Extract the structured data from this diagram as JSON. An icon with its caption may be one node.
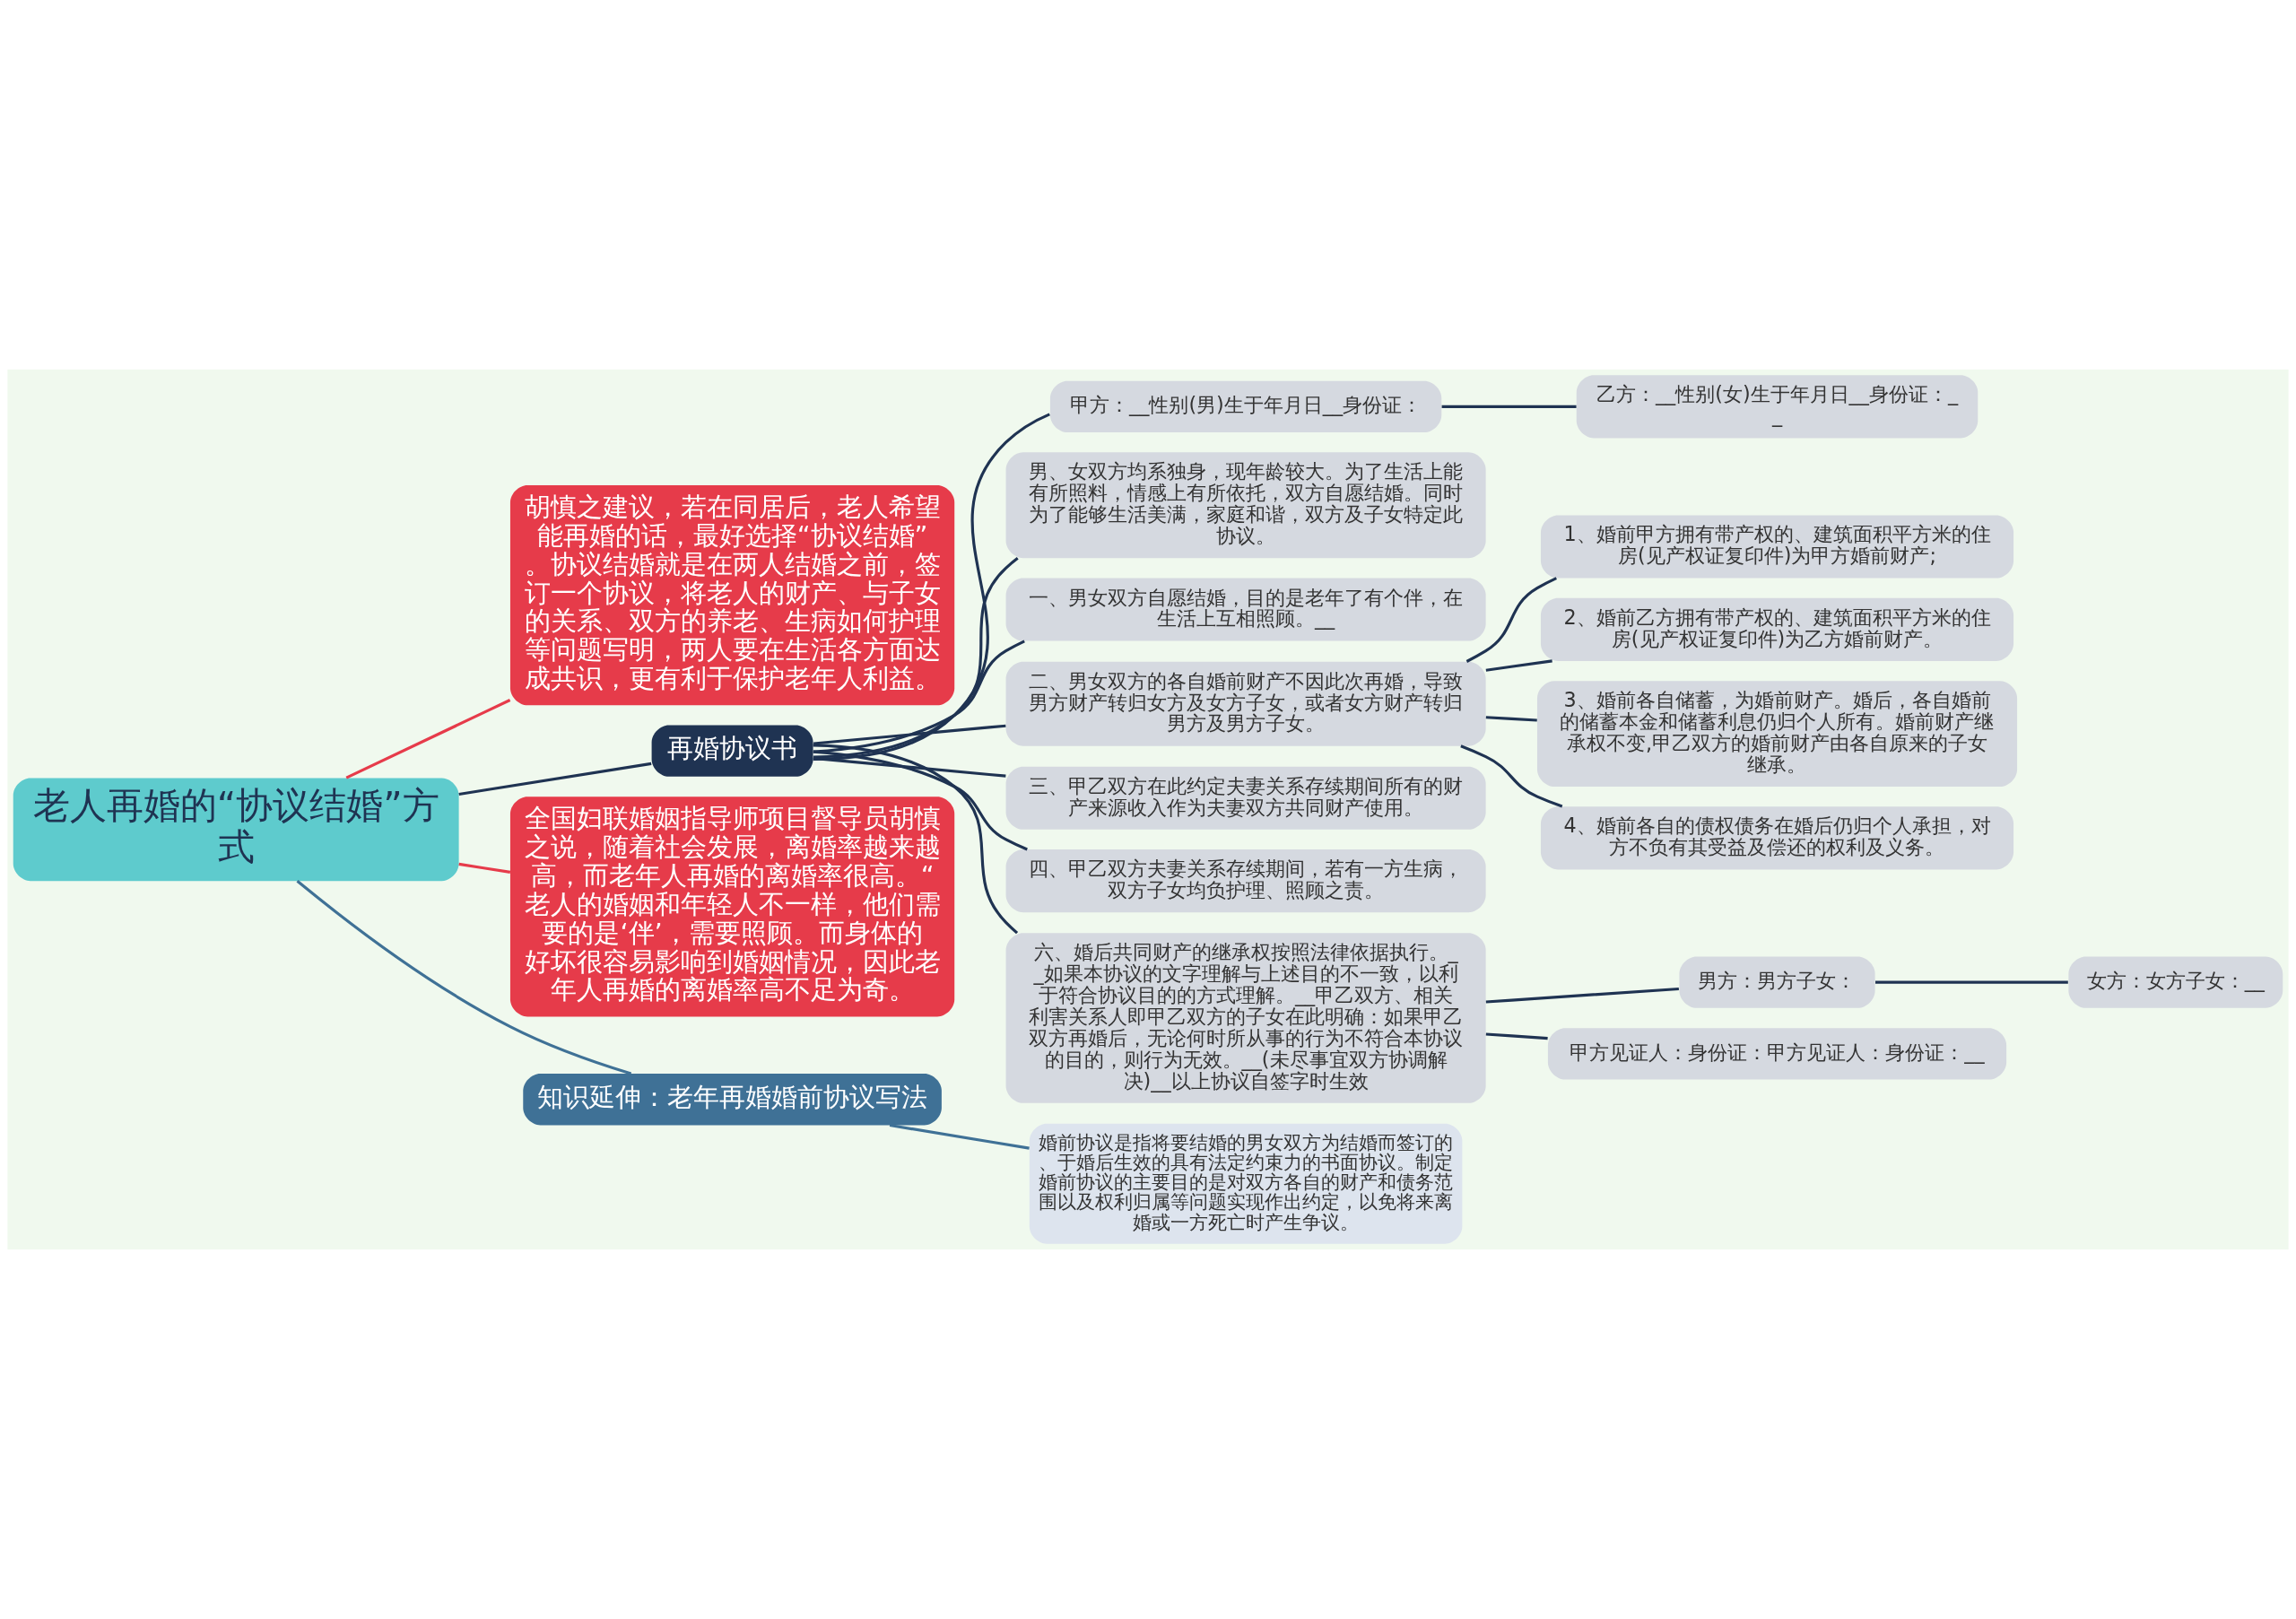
{
  "diagram": {
    "nodes": [
      {
        "text": [
          "老人再婚的“协议结婚”方式"
        ]
      },
      {
        "text": [
          "胡慎之建议，若在同居后，老人希望能再婚的话，最好选择“协议结婚”。协议结婚就是在两人结婚之前，签订一个协议，将老人的财产、与子女的关系、双方的养老、生病如何护理等问题写明，两人要在生活各方面达成共识，更有利于保护老年人利益。"
        ]
      },
      {
        "text": [
          "再婚协议书"
        ]
      },
      {
        "text": [
          "甲方：__性别(男)生于年月日__身份证："
        ]
      },
      {
        "text": [
          "乙方：__性别(女)生于年月日__身份证：__"
        ]
      },
      {
        "text": [
          "男、女双方均系独身，现年龄较大。为了生活上能有所照料，情感上有所依托，双方自愿结婚。同时为了能够生活美满，家庭和谐，双方及子女特定此协议。"
        ]
      },
      {
        "text": [
          "一、男女双方自愿结婚，目的是老年了有个伴，在生活上互相照顾。__"
        ]
      },
      {
        "text": [
          "二、男女双方的各自婚前财产不因此次再婚，导致男方财产转归女方及女方子女，或者女方财产转归男方及男方子女。"
        ]
      },
      {
        "text": [
          "1、婚前甲方拥有带产权的、建筑面积平方米的住房(见产权证复印件)为甲方婚前财产;"
        ]
      },
      {
        "text": [
          "2、婚前乙方拥有带产权的、建筑面积平方米的住房(见产权证复印件)为乙方婚前财产。"
        ]
      },
      {
        "text": [
          "3、婚前各自储蓄，为婚前财产。婚后，各自婚前的储蓄本金和储蓄利息仍归个人所有。婚前财产继承权不变,甲乙双方的婚前财产由各自原来的子女继承。"
        ]
      },
      {
        "text": [
          "4、婚前各自的债权债务在婚后仍归个人承担，对方不负有其受益及偿还的权利及义务。"
        ]
      },
      {
        "text": [
          "三、甲乙双方在此约定夫妻关系存续期间所有的财产来源收入作为夫妻双方共同财产使用。"
        ]
      },
      {
        "text": [
          "四、甲乙双方夫妻关系存续期间，若有一方生病，双方子女均负护理、照顾之责。"
        ]
      },
      {
        "text": [
          "六、婚后共同财产的继承权按照法律依据执行。__如果本协议的文字理解与上述目的不一致，以利于符合协议目的的方式理解。__甲乙双方、相关利害关系人即甲乙双方的子女在此明确：如果甲乙双方再婚后，无论何时所从事的行为不符合本协议的目的，则行为无效。__(未尽事宜双方协调解决)__以上协议自签字时生效"
        ]
      },
      {
        "text": [
          "男方：男方子女："
        ]
      },
      {
        "text": [
          "女方：女方子女：__"
        ]
      },
      {
        "text": [
          "甲方见证人：身份证：甲方见证人：身份证：__"
        ]
      },
      {
        "text": [
          "全国妇联婚姻指导师项目督导员胡慎之说，随着社会发展，离婚率越来越高，而老年人再婚的离婚率很高。“老人的婚姻和年轻人不一样，他们需要的是‘伴’，需要照顾。而身体的好坏很容易影响到婚姻情况，因此老年人再婚的离婚率高不足为奇。"
        ]
      },
      {
        "text": [
          "知识延伸：老年再婚婚前协议写法"
        ]
      },
      {
        "text": [
          "婚前协议是指将要结婚的男女双方为结婚而签订的、于婚后生效的具有法定约束力的书面协议。制定婚前协议的主要目的是对双方各自的财产和债务范围以及权利归属等问题实现作出约定，以免将来离婚或一方死亡时产生争议。"
        ]
      }
    ],
    "edges": [
      {
        "from": 0,
        "to": 1,
        "arrow": "none",
        "color": "#e63b4a"
      },
      {
        "from": 0,
        "to": 2,
        "arrow": "none"
      },
      {
        "from": 2,
        "to": 3,
        "arrow": "none"
      },
      {
        "from": 3,
        "to": 4,
        "arrow": "none"
      },
      {
        "from": 2,
        "to": 5,
        "arrow": "none"
      },
      {
        "from": 2,
        "to": 6,
        "arrow": "none"
      },
      {
        "from": 2,
        "to": 7,
        "arrow": "none"
      },
      {
        "from": 7,
        "to": 8,
        "arrow": "none"
      },
      {
        "from": 7,
        "to": 9,
        "arrow": "none"
      },
      {
        "from": 7,
        "to": 10,
        "arrow": "none"
      },
      {
        "from": 7,
        "to": 11,
        "arrow": "none"
      },
      {
        "from": 2,
        "to": 12,
        "arrow": "none"
      },
      {
        "from": 2,
        "to": 13,
        "arrow": "none"
      },
      {
        "from": 2,
        "to": 14,
        "arrow": "none"
      },
      {
        "from": 14,
        "to": 15,
        "arrow": "none"
      },
      {
        "from": 15,
        "to": 16,
        "arrow": "none"
      },
      {
        "from": 14,
        "to": 17,
        "arrow": "none"
      },
      {
        "from": 0,
        "to": 18,
        "arrow": "none",
        "color": "#e63b4a"
      },
      {
        "from": 0,
        "to": 19,
        "arrow": "none",
        "color": "#3f7196"
      },
      {
        "from": 19,
        "to": 20,
        "arrow": "none",
        "color": "#3f7196"
      }
    ]
  }
}
